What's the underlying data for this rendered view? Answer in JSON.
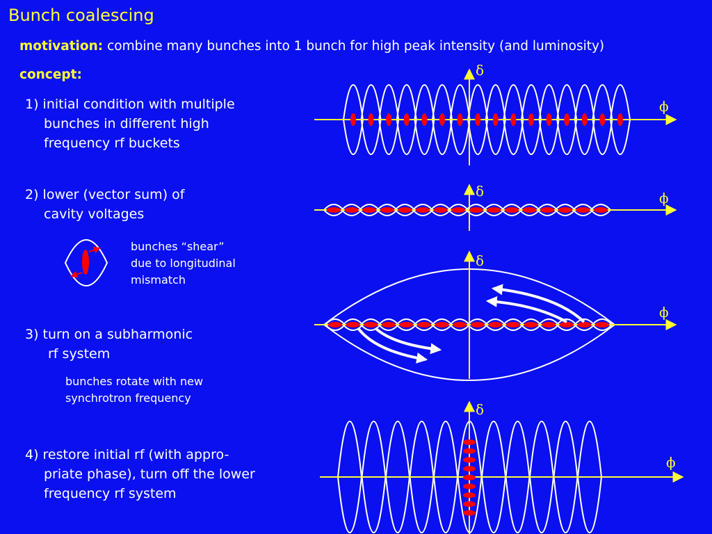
{
  "slide": {
    "title": "Bunch coalescing",
    "motivation_label": "motivation:",
    "motivation_text": "combine many bunches into 1 bunch for high peak intensity (and luminosity)",
    "concept_label": "concept:"
  },
  "steps": [
    {
      "lines": [
        "1) initial condition with multiple",
        "bunches in different high",
        "frequency rf buckets"
      ]
    },
    {
      "lines": [
        "2) lower (vector sum) of",
        "cavity voltages"
      ]
    },
    {
      "lines": [
        "3) turn on a subharmonic",
        "rf system"
      ]
    },
    {
      "lines": [
        "4) restore initial rf (with appro-",
        "priate phase), turn off the lower",
        "frequency rf system"
      ]
    }
  ],
  "notes": {
    "shear": [
      "bunches “shear”",
      "due to longitudinal",
      "mismatch"
    ],
    "rotate": [
      "bunches rotate with new",
      "synchrotron frequency"
    ]
  },
  "axes": {
    "y_symbol": "δ",
    "x_symbol": "ϕ"
  },
  "colors": {
    "background": "#0a10f0",
    "title": "#ffff33",
    "axis": "#ffff33",
    "bucket": "#ffffff",
    "bunch": "#ff0000"
  },
  "panels": [
    {
      "id": "p1",
      "state": "initial",
      "bunch_count": 16,
      "bunch_shape": "upright"
    },
    {
      "id": "p2",
      "state": "lowered-voltage",
      "bunch_count": 16,
      "bunch_shape": "flat"
    },
    {
      "id": "p3",
      "state": "subharmonic",
      "bunch_count": 16,
      "bunch_shape": "flat",
      "rotation_arrows": 4
    },
    {
      "id": "p4",
      "state": "restored",
      "bunch_count": 9,
      "bunch_shape": "stacked"
    }
  ]
}
